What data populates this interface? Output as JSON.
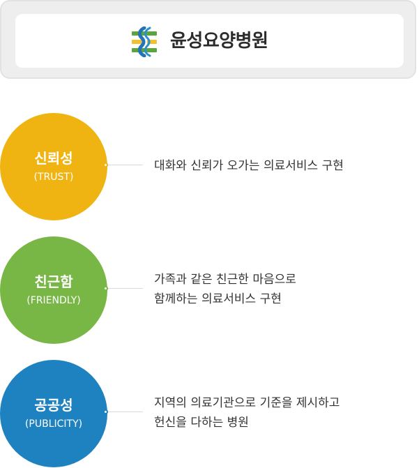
{
  "header": {
    "logo_icon": "hospital-logo-icon",
    "hospital_name": "윤성요양병원"
  },
  "values": [
    {
      "title": "신뢰성",
      "subtitle": "(TRUST)",
      "color": "#f0b412",
      "description": [
        "대화와 신뢰가 오가는 의료서비스 구현"
      ]
    },
    {
      "title": "친근함",
      "subtitle": "(FRIENDLY)",
      "color": "#78b646",
      "description": [
        "가족과 같은 친근한 마음으로",
        "함께하는 의료서비스 구현"
      ]
    },
    {
      "title": "공공성",
      "subtitle": "(PUBLICITY)",
      "color": "#1f82c0",
      "description": [
        "지역의 의료기관으로 기준을 제시하고",
        "헌신을 다하는 병원"
      ]
    }
  ],
  "colors": {
    "header_border": "#e2e2e2",
    "header_bg": "#eeeeee",
    "logo_green": "#5aa53c",
    "logo_blue": "#2473b8",
    "logo_yellow": "#f2c12e"
  }
}
